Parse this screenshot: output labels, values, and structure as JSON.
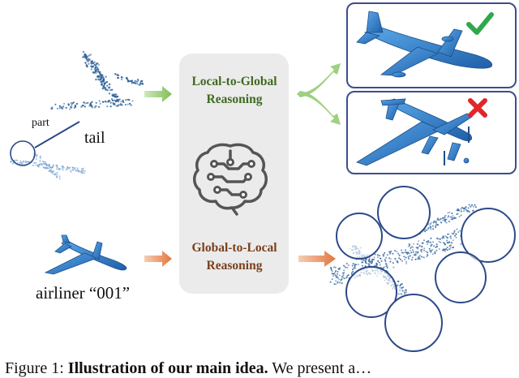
{
  "labels": {
    "part": "part",
    "tail": "tail",
    "airliner": "airliner “001”"
  },
  "reasoning": {
    "local_to_global": "Local-to-Global Reasoning",
    "global_to_local": "Global-to-Local Reasoning"
  },
  "caption": {
    "prefix": "Figure 1:",
    "bold": "Illustration of our main idea.",
    "rest": "We present a…"
  },
  "colors": {
    "plane": "#2f7fc8",
    "points": "#2a5f97",
    "green_arrow": "#9bcf7a",
    "orange_arrow": "#e9956a",
    "frame": "#3a4f8c",
    "check": "#2ea84a",
    "cross": "#e0262b"
  },
  "icons": [
    "brain-circuit-icon",
    "check-icon",
    "cross-icon"
  ]
}
